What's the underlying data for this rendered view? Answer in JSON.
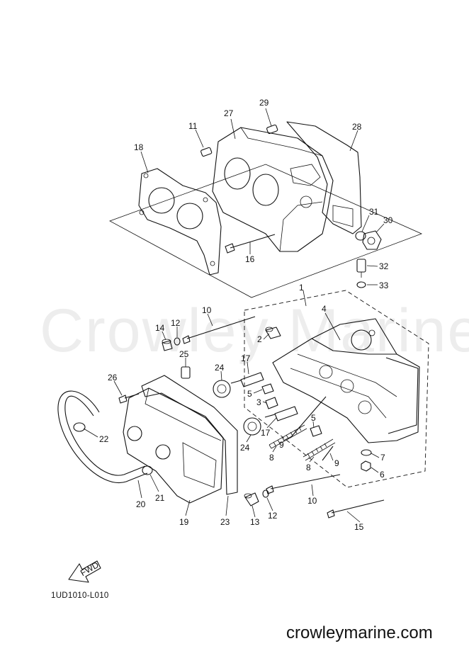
{
  "watermark": "Crowley Marine",
  "drawing_code": "1UD1010-L010",
  "site": "crowleymarine.com",
  "fwd_label": "FWD",
  "callouts": [
    {
      "id": "c29",
      "text": "29"
    },
    {
      "id": "c27",
      "text": "27"
    },
    {
      "id": "c28",
      "text": "28"
    },
    {
      "id": "c11",
      "text": "11"
    },
    {
      "id": "c18",
      "text": "18"
    },
    {
      "id": "c31",
      "text": "31"
    },
    {
      "id": "c30",
      "text": "30"
    },
    {
      "id": "c16",
      "text": "16"
    },
    {
      "id": "c32",
      "text": "32"
    },
    {
      "id": "c33",
      "text": "33"
    },
    {
      "id": "c1",
      "text": "1"
    },
    {
      "id": "c10a",
      "text": "10"
    },
    {
      "id": "c4",
      "text": "4"
    },
    {
      "id": "c14",
      "text": "14"
    },
    {
      "id": "c12a",
      "text": "12"
    },
    {
      "id": "c2",
      "text": "2"
    },
    {
      "id": "c25",
      "text": "25"
    },
    {
      "id": "c17a",
      "text": "17"
    },
    {
      "id": "c24a",
      "text": "24"
    },
    {
      "id": "c26",
      "text": "26"
    },
    {
      "id": "c5a",
      "text": "5"
    },
    {
      "id": "c3",
      "text": "3"
    },
    {
      "id": "c5b",
      "text": "5"
    },
    {
      "id": "c17b",
      "text": "17"
    },
    {
      "id": "c9a",
      "text": "9"
    },
    {
      "id": "c22",
      "text": "22"
    },
    {
      "id": "c24b",
      "text": "24"
    },
    {
      "id": "c8a",
      "text": "8"
    },
    {
      "id": "c8b",
      "text": "8"
    },
    {
      "id": "c9b",
      "text": "9"
    },
    {
      "id": "c7",
      "text": "7"
    },
    {
      "id": "c6",
      "text": "6"
    },
    {
      "id": "c21",
      "text": "21"
    },
    {
      "id": "c20",
      "text": "20"
    },
    {
      "id": "c10b",
      "text": "10"
    },
    {
      "id": "c12b",
      "text": "12"
    },
    {
      "id": "c19",
      "text": "19"
    },
    {
      "id": "c23",
      "text": "23"
    },
    {
      "id": "c13",
      "text": "13"
    },
    {
      "id": "c15",
      "text": "15"
    }
  ]
}
